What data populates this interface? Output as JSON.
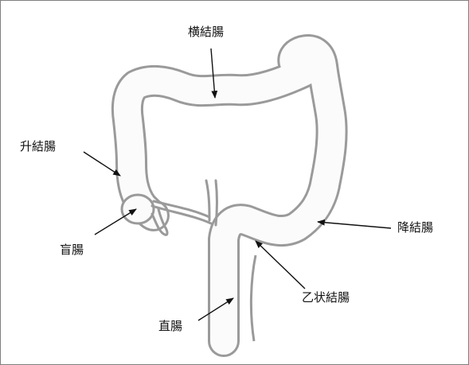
{
  "diagram": {
    "labels": {
      "transverse": "横結腸",
      "ascending": "升結腸",
      "descending": "降結腸",
      "cecum": "盲腸",
      "sigmoid": "乙状結腸",
      "rectum": "直腸"
    },
    "colors": {
      "intestine_outline": "#9a9a9a",
      "intestine_fill": "#fbfbfb",
      "arrow": "#111111",
      "frame": "#7f7f7f"
    }
  }
}
